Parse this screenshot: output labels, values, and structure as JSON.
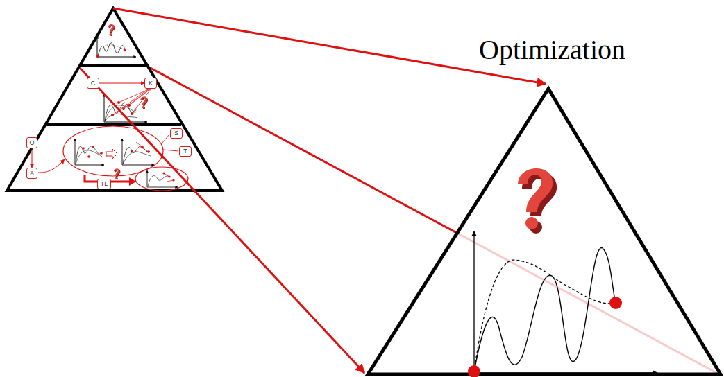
{
  "diagram": {
    "nodes": [
      {
        "text": [
          "C"
        ]
      },
      {
        "text": [
          "K"
        ]
      },
      {
        "text": [
          "O"
        ]
      },
      {
        "text": [
          "S"
        ]
      },
      {
        "text": [
          "T"
        ]
      },
      {
        "text": [
          "A"
        ]
      },
      {
        "text": [
          "TL"
        ]
      }
    ],
    "edges": [
      {
        "from": 0,
        "to": 1,
        "arrow": "to"
      },
      {
        "from": 2,
        "to": 5,
        "arrow": "to"
      }
    ],
    "labels": [
      "Optimization"
    ]
  }
}
